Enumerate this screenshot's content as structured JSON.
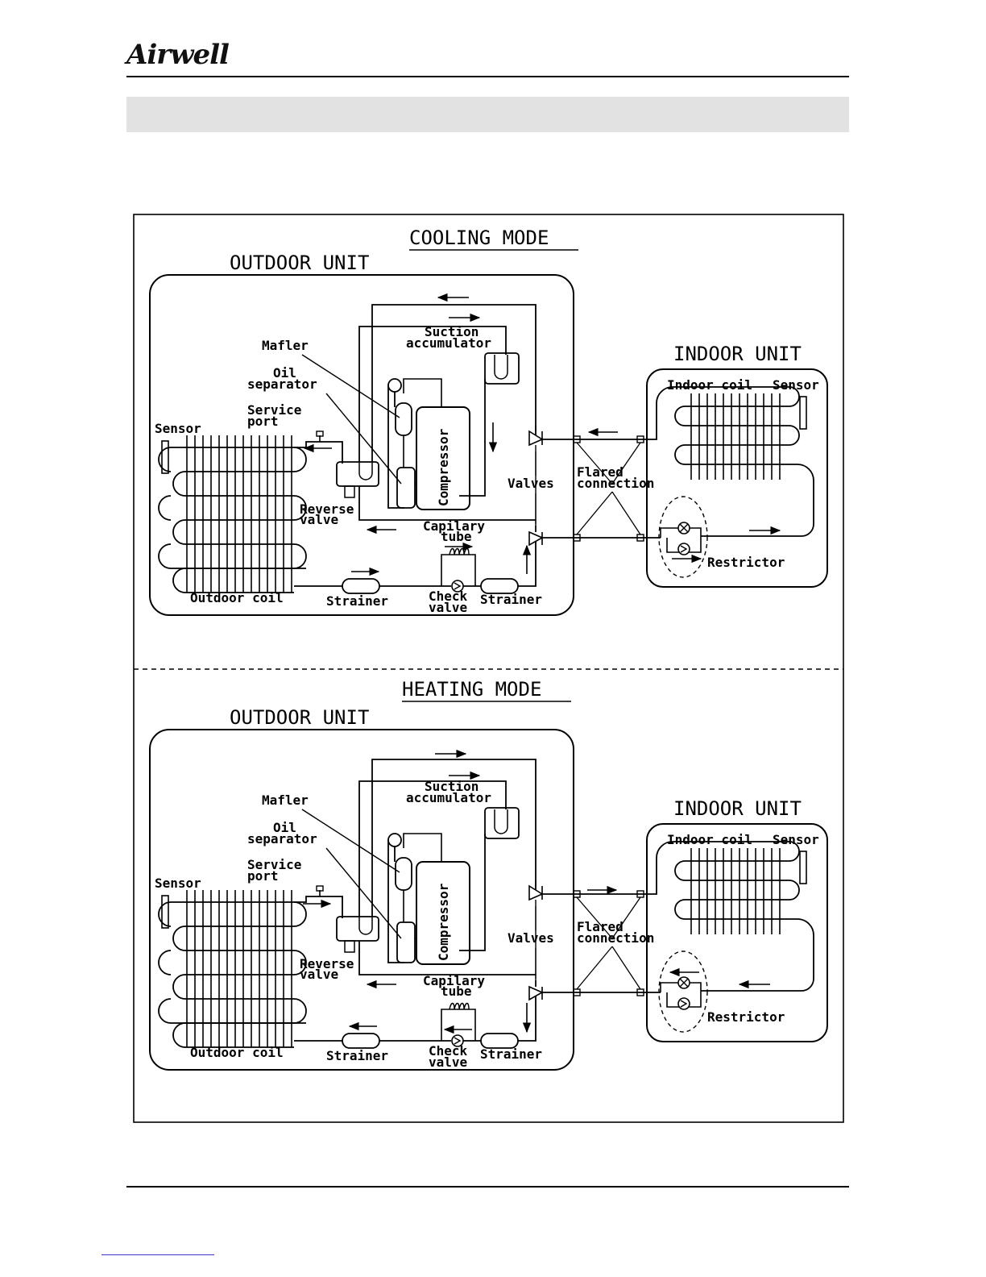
{
  "header": {
    "logo_text": "Airwell"
  },
  "panels": [
    {
      "mode_title": "COOLING MODE",
      "outdoor_title": "OUTDOOR UNIT",
      "indoor_title": "INDOOR UNIT",
      "labels": {
        "mafler": "Mafler",
        "oil1": "Oil",
        "oil2": "separator",
        "service1": "Service",
        "service2": "port",
        "sensor_out": "Sensor",
        "reverse1": "Reverse",
        "reverse2": "valve",
        "outdoor_coil": "Outdoor coil",
        "strainer_left": "Strainer",
        "check1": "Check",
        "check2": "valve",
        "strainer_right": "Strainer",
        "capilary1": "Capilary",
        "capilary2": "tube",
        "suction1": "Suction",
        "suction2": "accumulator",
        "compressor": "Compressor",
        "valves": "Valves",
        "flared1": "Flared",
        "flared2": "connection",
        "indoor_coil": "Indoor coil",
        "sensor_in": "Sensor",
        "restrictor": "Restrictor"
      },
      "flow_direction": "cooling"
    },
    {
      "mode_title": "HEATING MODE",
      "outdoor_title": "OUTDOOR UNIT",
      "indoor_title": "INDOOR UNIT",
      "labels": {
        "mafler": "Mafler",
        "oil1": "Oil",
        "oil2": "separator",
        "service1": "Service",
        "service2": "port",
        "sensor_out": "Sensor",
        "reverse1": "Reverse",
        "reverse2": "valve",
        "outdoor_coil": "Outdoor coil",
        "strainer_left": "Strainer",
        "check1": "Check",
        "check2": "valve",
        "strainer_right": "Strainer",
        "capilary1": "Capilary",
        "capilary2": "tube",
        "suction1": "Suction",
        "suction2": "accumulator",
        "compressor": "Compressor",
        "valves": "Valves",
        "flared1": "Flared",
        "flared2": "connection",
        "indoor_coil": "Indoor coil",
        "sensor_in": "Sensor",
        "restrictor": "Restrictor"
      },
      "flow_direction": "heating"
    }
  ]
}
